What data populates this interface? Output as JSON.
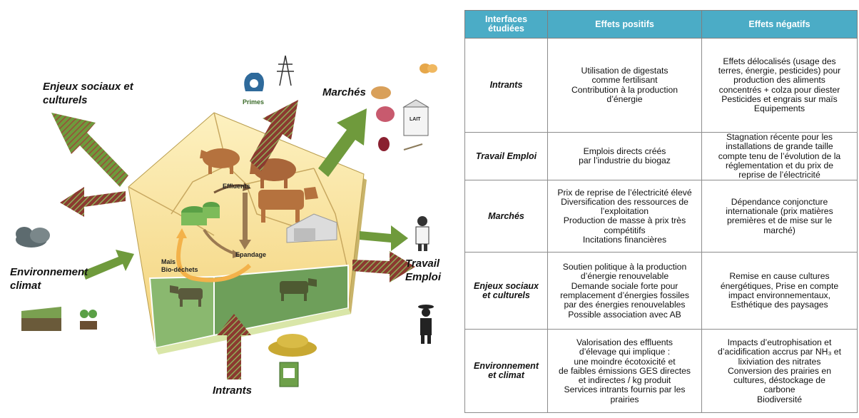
{
  "diagram": {
    "labels": {
      "enjeux": "Enjeux sociaux et\nculturels",
      "marches": "Marchés",
      "environnement": "Environnement\nclimat",
      "travail": "Travail\nEmploi",
      "intrants": "Intrants",
      "primes": "Primes",
      "effluents": "Effluents",
      "epandage": "Epandage",
      "mais": "Maïs\nBio-déchets",
      "lait": "LAIT"
    }
  },
  "table": {
    "headers": [
      "Interfaces\nétudiées",
      "Effets positifs",
      "Effets négatifs"
    ],
    "rows": [
      {
        "interface": "Intrants",
        "positive": [
          "Utilisation de digestats",
          "comme fertilisant",
          "Contribution à la production",
          "d’énergie"
        ],
        "negative": [
          "Effets délocalisés (usage des",
          "terres, énergie, pesticides) pour",
          "production des aliments",
          "concentrés + colza pour diester",
          "Pesticides et engrais sur maïs",
          "Equipements"
        ]
      },
      {
        "interface": "Travail Emploi",
        "positive": [
          "Emplois directs créés",
          "par l’industrie du biogaz"
        ],
        "negative": [
          "Stagnation récente pour les",
          "installations de grande taille",
          "compte tenu de l’évolution de la",
          "réglementation et du prix de",
          "reprise de l’électricité"
        ]
      },
      {
        "interface": "Marchés",
        "positive": [
          "Prix de reprise de l’électricité élevé",
          "Diversification des ressources de",
          "l’exploitation",
          "Production de masse à prix très",
          "compétitifs",
          "Incitations financières"
        ],
        "negative": [
          "Dépendance conjoncture",
          "internationale (prix matières",
          "premières et de mise sur le",
          "marché)"
        ]
      },
      {
        "interface": "Enjeux sociaux\net culturels",
        "positive": [
          "Soutien politique à la production",
          "d’énergie renouvelable",
          "Demande sociale forte pour",
          "remplacement d’énergies fossiles",
          "par des énergies renouvelables",
          "Possible association avec AB"
        ],
        "negative": [
          "Remise en cause cultures",
          "énergétiques, Prise en compte",
          "impact environnementaux,",
          "Esthétique des paysages"
        ]
      },
      {
        "interface": "Environnement\net climat",
        "positive": [
          "Valorisation des effluents",
          "d’élevage qui implique :",
          "une moindre écotoxicité et",
          "de faibles émissions GES directes",
          "et indirectes  / kg  produit",
          "Services intrants fournis par les",
          "prairies"
        ],
        "negative": [
          "Impacts d’eutrophisation et",
          "d’acidification accrus par NH₃ et",
          "lixiviation des nitrates",
          "Conversion des prairies en",
          "cultures, déstockage de",
          "carbone",
          "Biodiversité"
        ]
      }
    ]
  },
  "colors": {
    "header": "#4bacc6",
    "arrow_green": "#6f9a3c",
    "arrow_red": "#8b3a30",
    "yellow_light": "#fbe9a6",
    "yellow": "#f5d77a",
    "green_field": "#7fa86b",
    "cow_brown": "#b5723e"
  }
}
